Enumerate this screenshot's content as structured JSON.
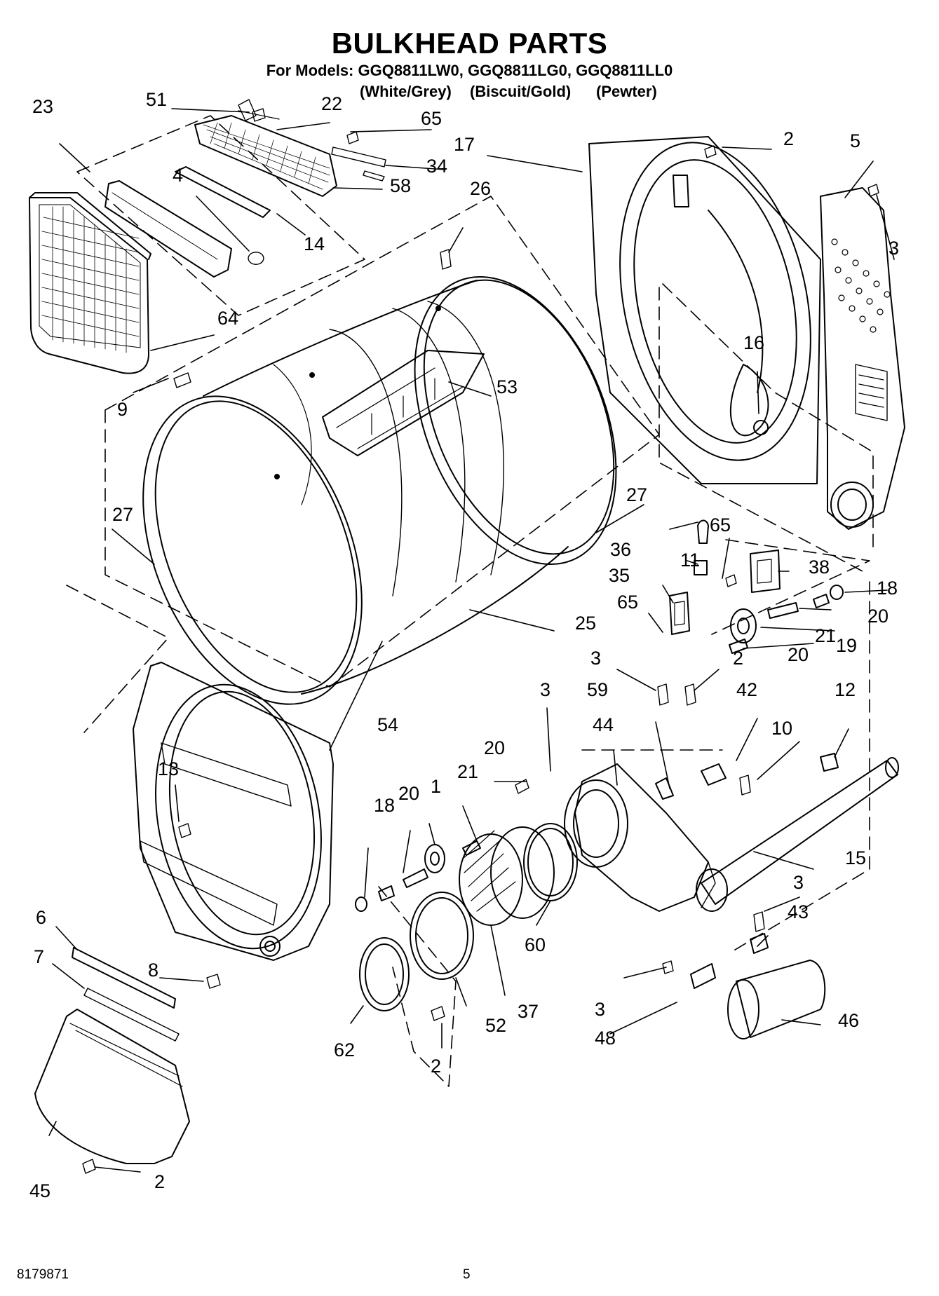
{
  "header": {
    "title": "BULKHEAD PARTS",
    "models": "For Models: GGQ8811LW0, GGQ8811LG0, GGQ8811LL0",
    "variants": [
      "(White/Grey)",
      "(Biscuit/Gold)",
      "(Pewter)"
    ]
  },
  "callouts": [
    "51",
    "22",
    "65",
    "23",
    "17",
    "2",
    "5",
    "34",
    "4",
    "58",
    "14",
    "26",
    "3",
    "64",
    "16",
    "9",
    "53",
    "27",
    "27",
    "36",
    "65",
    "11",
    "38",
    "18",
    "35",
    "20",
    "65",
    "19",
    "25",
    "21",
    "20",
    "3",
    "2",
    "3",
    "59",
    "42",
    "12",
    "54",
    "44",
    "10",
    "20",
    "21",
    "13",
    "1",
    "20",
    "18",
    "15",
    "3",
    "6",
    "43",
    "7",
    "8",
    "60",
    "3",
    "46",
    "62",
    "52",
    "37",
    "48",
    "2",
    "45",
    "2"
  ],
  "footer": {
    "doc_number": "8179871",
    "page_number": "5"
  }
}
